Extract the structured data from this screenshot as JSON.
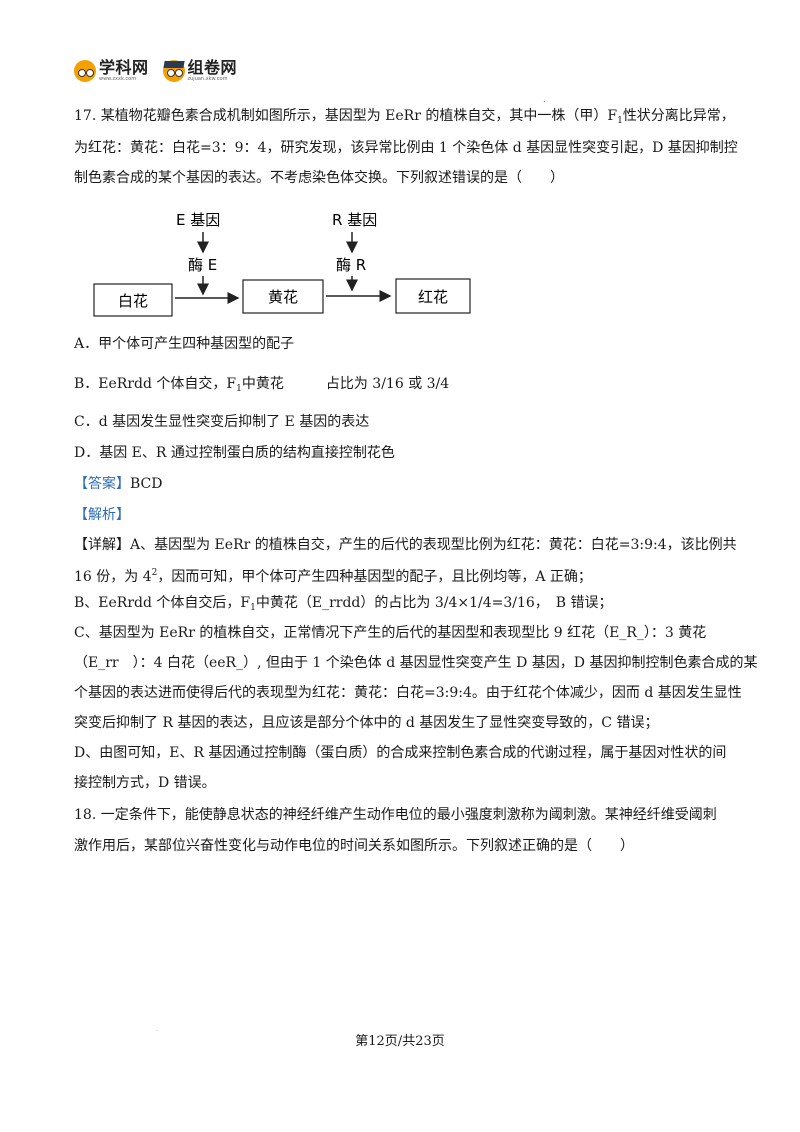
{
  "header": {
    "logo1": {
      "name": "学科网",
      "url": "www.zxxk.com"
    },
    "logo2": {
      "name": "组卷网",
      "url": "zujuan.xkw.com"
    }
  },
  "q17": {
    "stem": [
      "17. 某植物花瓣色素合成机制如图所示，基因型为 EeRr 的植株自交，其中一株（甲）F",
      "1",
      "性状分离比异常，",
      "为红花：黄花：白花=3：9：4，研究发现，该异常比例由 1 个染色体 d 基因显性突变引起，D 基因抑制控",
      "制色素合成的某个基因的表达。不考虑染色体交换。下列叙述错误的是（　　）"
    ],
    "diagram": {
      "gene_e": "E 基因",
      "enzyme_e": "酶 E",
      "gene_r": "R 基因",
      "enzyme_r": "酶 R",
      "box_white": "白花",
      "box_yellow": "黄花",
      "box_red": "红花"
    },
    "options": {
      "a": "A．甲个体可产生四种基因型的配子",
      "b_pre": "B．EeRrdd 个体自交，F",
      "b_sub": "1",
      "b_post": "中黄花　　　占比为 3/16 或 3/4",
      "c": "C．d 基因发生显性突变后抑制了 E 基因的表达",
      "d": "D．基因 E、R 通过控制蛋白质的结构直接控制花色"
    },
    "answer_tag": "【答案】",
    "answer": "BCD",
    "analysis_tag": "【解析】",
    "detail_tag": "【详解】",
    "explanation": {
      "l1": "A、基因型为 EeRr 的植株自交，产生的后代的表现型比例为红花：黄花：白花=3:9:4，该比例共",
      "l2a": "16 份，为 4",
      "l2sup": "2",
      "l2b": "，因而可知，甲个体可产生四种基因型的配子，且比例均等，A 正确；",
      "l3a": "B、EeRrdd 个体自交后，F",
      "l3sub": "1",
      "l3b": "中黄花（E_rrdd）的占比为 3/4×1/4=3/16，　B 错误；",
      "l4": "C、基因型为 EeRr 的植株自交，正常情况下产生的后代的基因型和表现型比 9 红花（E_R_）：3 黄花",
      "l5": "（E_rr　）：4 白花（eeR_）, 但由于 1 个染色体 d 基因显性突变产生 D 基因，D 基因抑制控制色素合成的某",
      "l6": "个基因的表达进而使得后代的表现型为红花：黄花：白花=3:9:4。由于红花个体减少，因而 d 基因发生显性",
      "l7": "突变后抑制了 R 基因的表达，且应该是部分个体中的 d 基因发生了显性突变导致的，C 错误；",
      "l8": "D、由图可知，E、R 基因通过控制酶（蛋白质）的合成来控制色素合成的代谢过程，属于基因对性状的间",
      "l9": "接控制方式，D 错误。"
    }
  },
  "q18": {
    "l1": "18. 一定条件下，能使静息状态的神经纤维产生动作电位的最小强度刺激称为阈刺激。某神经纤维受阈刺",
    "l2": "激作用后，某部位兴奋性变化与动作电位的时间关系如图所示。下列叙述正确的是（　　）"
  },
  "footer": {
    "page": "第12页/共23页"
  }
}
